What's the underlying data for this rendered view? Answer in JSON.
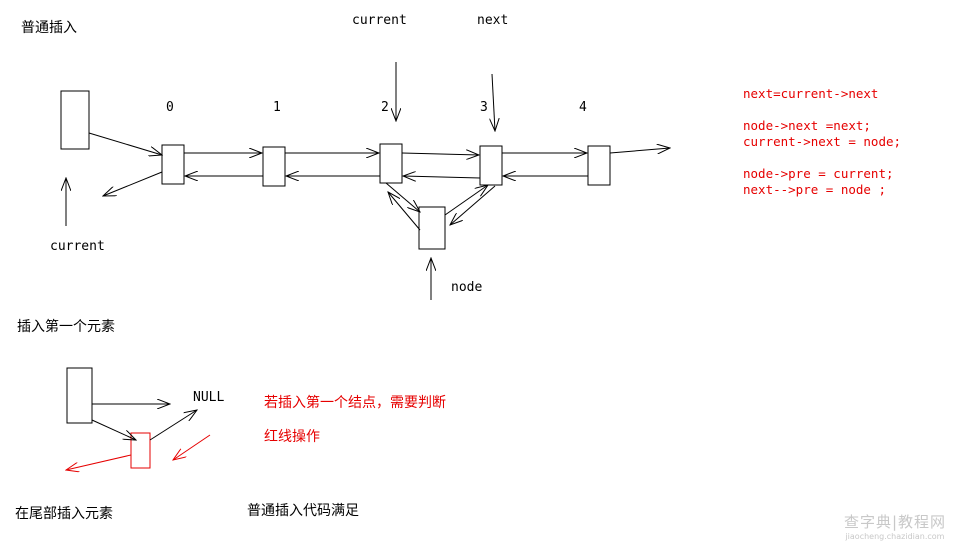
{
  "sections": {
    "normal_insert": "普通插入",
    "insert_first": "插入第一个元素",
    "insert_tail": "在尾部插入元素"
  },
  "labels": {
    "current_top": "current",
    "next_top": "next",
    "current_left": "current",
    "node": "node",
    "null": "NULL",
    "idx0": "0",
    "idx1": "1",
    "idx2": "2",
    "idx3": "3",
    "idx4": "4"
  },
  "code_lines": [
    "next=current->next",
    "",
    "node->next =next;",
    "current->next = node;",
    "",
    "node->pre = current;",
    "next-->pre = node ;"
  ],
  "notes": {
    "first_node_note": "若插入第一个结点，需要判断",
    "red_line_op": "红线操作",
    "tail_note": "普通插入代码满足"
  },
  "watermark": {
    "line1": "查字典|教程网",
    "line2": "jiaocheng.chazidian.com"
  },
  "colors": {
    "ink": "#000000",
    "accent_red": "#e60000",
    "watermark": "#c8c8c8"
  }
}
